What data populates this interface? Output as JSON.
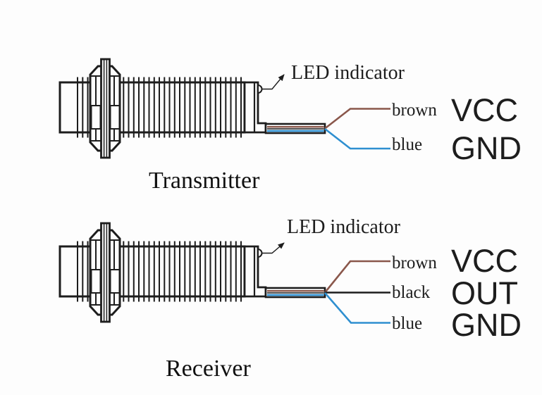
{
  "page": {
    "background": "#fdfdfd",
    "description": "Wiring diagram of an infrared sensor pair (transmitter and receiver) with LED indicator callouts and labeled wires"
  },
  "colors": {
    "outline": "#1d1d1d",
    "brown": "#8a574b",
    "blue": "#2e8fd0",
    "wire_black": "#1d1d1d"
  },
  "diagrams": [
    {
      "caption": "Transmitter",
      "led_label": "LED indicator",
      "wires": [
        {
          "name": "brown",
          "signal": "VCC"
        },
        {
          "name": "blue",
          "signal": "GND"
        }
      ]
    },
    {
      "caption": "Receiver",
      "led_label": "LED indicator",
      "wires": [
        {
          "name": "brown",
          "signal": "VCC"
        },
        {
          "name": "black",
          "signal": "OUT"
        },
        {
          "name": "blue",
          "signal": "GND"
        }
      ]
    }
  ]
}
